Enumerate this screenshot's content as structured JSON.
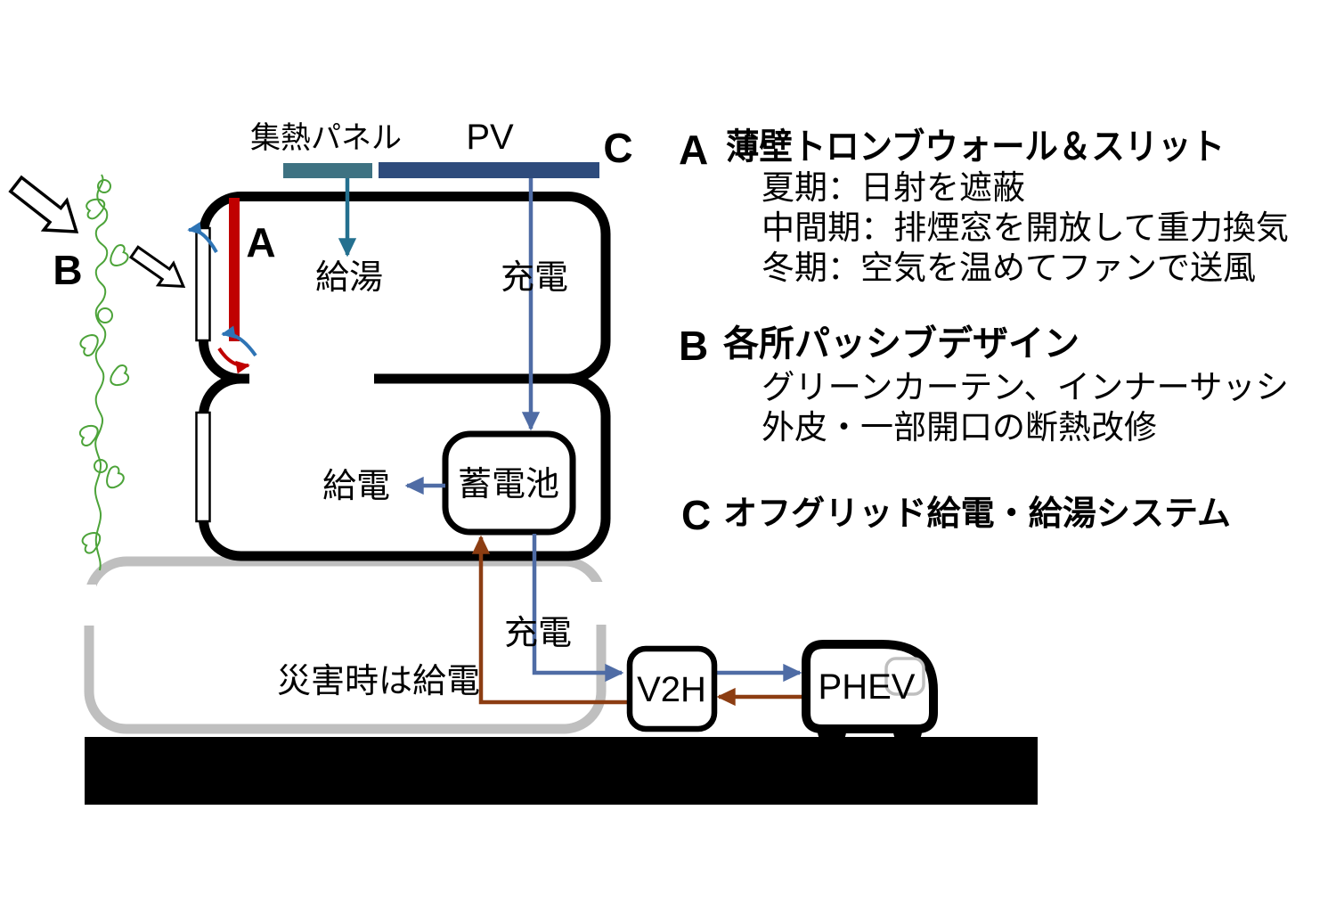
{
  "diagram": {
    "collector_panel_label": "集熱パネル",
    "pv_label": "PV",
    "hot_water_label": "給湯",
    "charge_label_top": "充電",
    "battery_label": "蓄電池",
    "feed_label": "給電",
    "charge_label_bottom": "充電",
    "disaster_feed_label": "災害時は給電",
    "v2h_label": "V2H",
    "phev_label": "PHEV",
    "marker_a": "A",
    "marker_b": "B",
    "marker_c": "C"
  },
  "legend": {
    "sections": [
      {
        "marker": "A",
        "title": "薄壁トロンブウォール＆スリット",
        "lines": [
          "夏期：日射を遮蔽",
          "中間期：排煙窓を開放して重力換気",
          "冬期：空気を温めてファンで送風"
        ]
      },
      {
        "marker": "B",
        "title": "各所パッシブデザイン",
        "lines": [
          "グリーンカーテン、インナーサッシ",
          "外皮・一部開口の断熱改修"
        ]
      },
      {
        "marker": "C",
        "title": "オフグリッド給電・給湯システム",
        "lines": []
      }
    ]
  },
  "colors": {
    "collector_panel": "#3E7282",
    "pv_panel": "#2E4B7C",
    "power_line_blue": "#4F6CA5",
    "heat_line_teal": "#24708F",
    "disaster_line_brown": "#8C3D12",
    "trombe_wall_red": "#C00000",
    "airflow_blue": "#2E74B5",
    "airflow_red": "#C00000",
    "green_curtain": "#4CA339",
    "garage_gray": "#BFBFBF",
    "ground_black": "#000000"
  }
}
